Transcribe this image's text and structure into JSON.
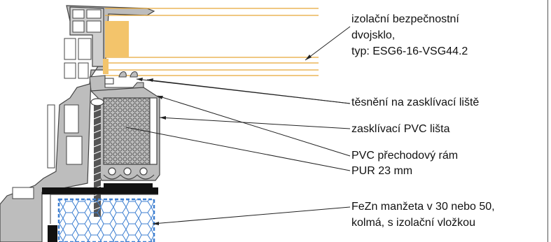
{
  "labels": {
    "glass_line1": "izolační bezpečnostní",
    "glass_line2": "dvojsklo,",
    "glass_line3": "typ: ESG6-16-VSG44.2",
    "seal": "těsnění na zasklívací liště",
    "bead": "zasklívací PVC lišta",
    "frame": "PVC přechodový rám",
    "pur": "PUR 23 mm",
    "sleeve_line1": "FeZn manžeta v 30 nebo 50,",
    "sleeve_line2": "kolmá, s izolační vložkou"
  },
  "colors": {
    "profile_gray": "#bdbdbd",
    "glass_edge": "#f3c46b",
    "spacer": "#f3c46b",
    "insulation_blue": "#3d7fd1",
    "line": "#222222"
  }
}
